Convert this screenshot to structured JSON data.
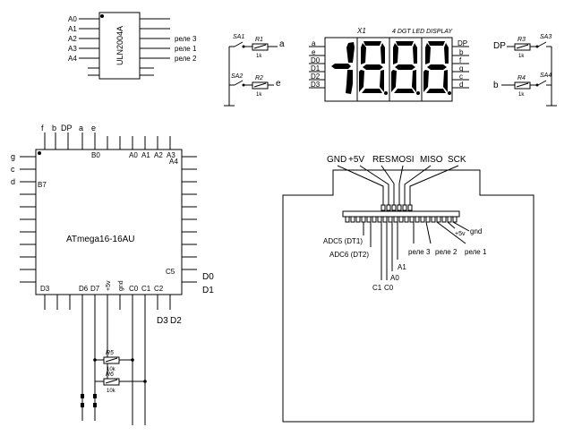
{
  "uln": {
    "part": "ULN2004A",
    "inputs": [
      "A0",
      "A1",
      "A2",
      "A3",
      "A4"
    ],
    "outputs": [
      "реле 3",
      "реле 1",
      "реле 2"
    ]
  },
  "switches_left": [
    {
      "switch": "SA1",
      "resistor": "R1",
      "value": "1k",
      "net": "a"
    },
    {
      "switch": "SA2",
      "resistor": "R2",
      "value": "1k",
      "net": "e"
    }
  ],
  "display": {
    "ref": "X1",
    "title": "4 DGT LED DISPLAY",
    "left_pins": [
      "a",
      "e",
      "D0",
      "D1",
      "D2",
      "D3"
    ],
    "right_pins": [
      "DP",
      "b",
      "f",
      "g",
      "c",
      "d"
    ]
  },
  "switches_right": [
    {
      "switch": "SA3",
      "resistor": "R3",
      "value": "1k",
      "net": "DP"
    },
    {
      "switch": "SA4",
      "resistor": "R4",
      "value": "1k",
      "net": "b"
    }
  ],
  "mcu": {
    "part": "ATmega16-16AU",
    "top_nets": [
      "f",
      "b",
      "DP",
      "a",
      "e"
    ],
    "left_nets": [
      "g",
      "c",
      "d"
    ],
    "inner_labels": [
      "B0",
      "A0",
      "A1",
      "A2",
      "A3",
      "A4",
      "B7",
      "C5",
      "D3",
      "D6",
      "D7",
      "+5v",
      "gnd",
      "C0",
      "C1",
      "C2"
    ],
    "right_nets": [
      "D0",
      "D1"
    ],
    "bottom_nets": [
      "D3",
      "D2"
    ],
    "resistors": [
      {
        "ref": "R5",
        "value": "10k"
      },
      {
        "ref": "R6",
        "value": "10k"
      }
    ]
  },
  "connector": {
    "top_labels": [
      "GND",
      "+5V",
      "RES",
      "MOSI",
      "MISO",
      "SCK"
    ],
    "pin_labels": [
      "ADC5 (DT1)",
      "ADC6 (DT2)",
      "C1",
      "C0",
      "A0",
      "A1",
      "реле 3",
      "реле 2",
      "реле 1",
      "+5v",
      "gnd"
    ]
  }
}
